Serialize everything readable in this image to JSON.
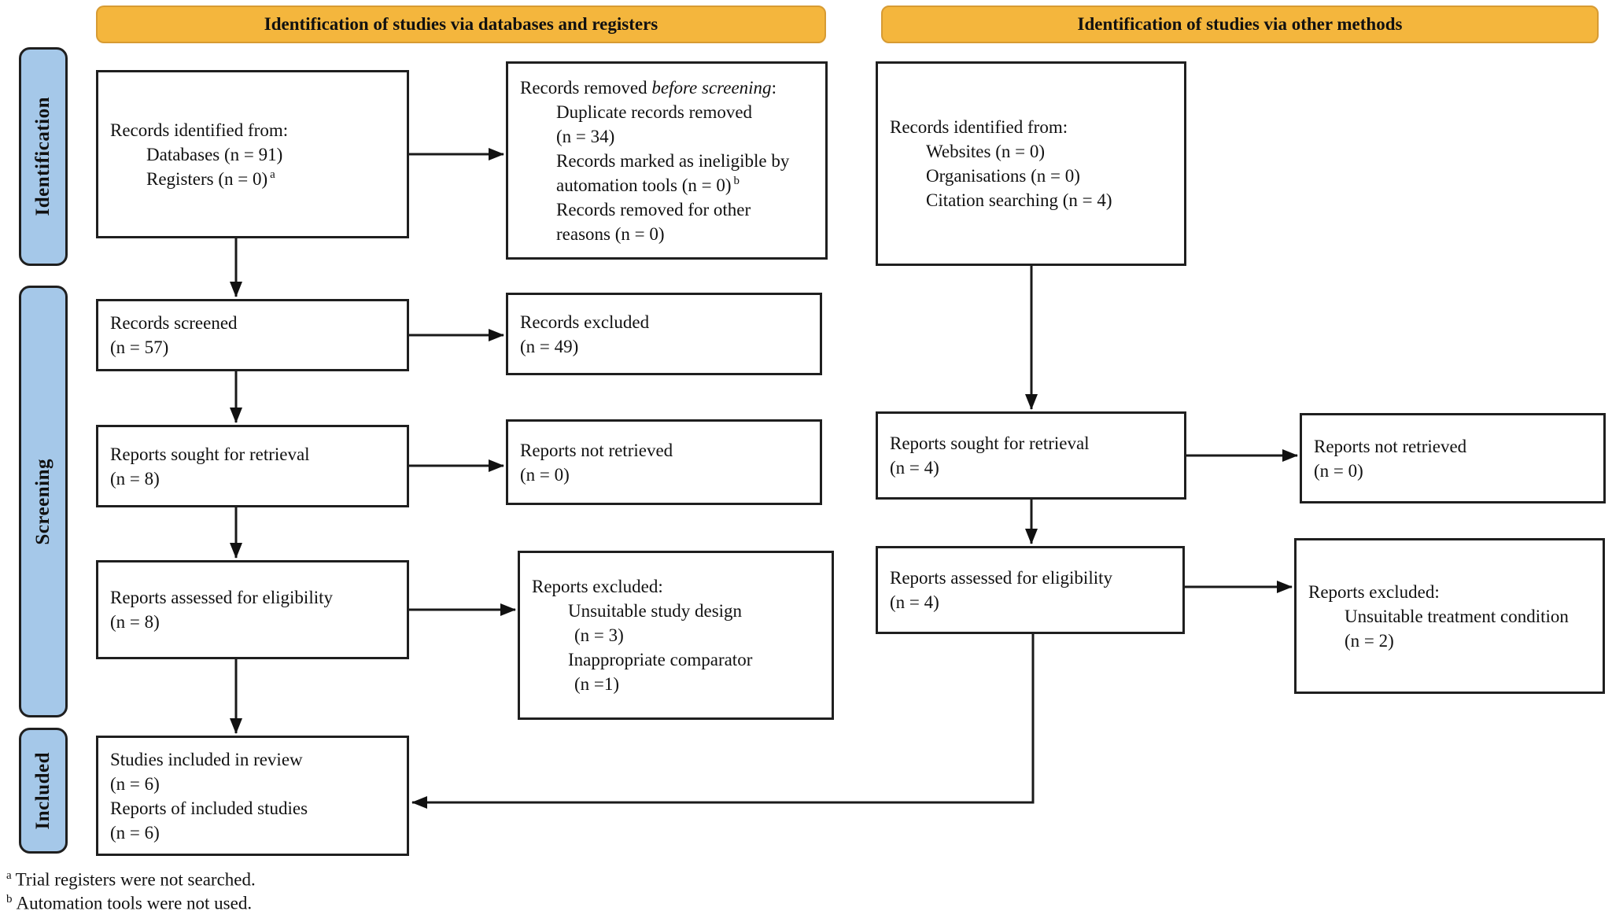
{
  "headers": {
    "databases": "Identification of studies via databases and registers",
    "other": "Identification of studies via other methods"
  },
  "sidebar": {
    "identification": "Identification",
    "screening": "Screening",
    "included": "Included"
  },
  "colors": {
    "header_fill": "#F4B63D",
    "header_border": "#D79B33",
    "sidebar_fill": "#A5C8E9",
    "box_border": "#1F1F1F"
  },
  "boxes": {
    "records_identified_db": {
      "title": "Records identified from:",
      "item1": "Databases (n = 91)",
      "item2": "Registers (n = 0)",
      "item2_sup": "a"
    },
    "records_removed": {
      "title_pre": "Records removed ",
      "title_italic": "before screening",
      "title_post": ":",
      "item1a": "Duplicate records removed",
      "item1b": "(n = 34)",
      "item2a": "Records marked as ineligible by",
      "item2b": "automation tools (n = 0)",
      "item2_sup": "b",
      "item3a": "Records removed for other",
      "item3b": "reasons (n = 0)"
    },
    "records_screened": {
      "line1": "Records screened",
      "line2": "(n = 57)"
    },
    "records_excluded": {
      "line1": "Records excluded",
      "line2": "(n = 49)"
    },
    "reports_sought_db": {
      "line1": "Reports sought for retrieval",
      "line2": "(n = 8)"
    },
    "reports_not_retrieved_db": {
      "line1": "Reports not retrieved",
      "line2": "(n = 0)"
    },
    "reports_assessed_db": {
      "line1": "Reports assessed for eligibility",
      "line2": "(n = 8)"
    },
    "reports_excluded_db": {
      "title": "Reports excluded:",
      "item1a": "Unsuitable study design",
      "item1b": "(n = 3)",
      "item2a": "Inappropriate comparator",
      "item2b": "(n =1)"
    },
    "studies_included": {
      "line1": "Studies included in review",
      "line2": "(n = 6)",
      "line3": "Reports of included studies",
      "line4": "(n = 6)"
    },
    "records_identified_other": {
      "title": "Records identified from:",
      "item1": "Websites (n = 0)",
      "item2": "Organisations (n = 0)",
      "item3": "Citation searching (n = 4)"
    },
    "reports_sought_other": {
      "line1": "Reports sought for retrieval",
      "line2": "(n = 4)"
    },
    "reports_not_retrieved_other": {
      "line1": "Reports not retrieved",
      "line2": "(n = 0)"
    },
    "reports_assessed_other": {
      "line1": "Reports assessed for eligibility",
      "line2": "(n = 4)"
    },
    "reports_excluded_other": {
      "title": "Reports excluded:",
      "item1a": "Unsuitable treatment condition",
      "item1b": "(n = 2)"
    }
  },
  "footnotes": {
    "a_marker": "a",
    "a_text": "Trial registers were not searched.",
    "b_marker": "b",
    "b_text": "Automation tools were not used."
  }
}
